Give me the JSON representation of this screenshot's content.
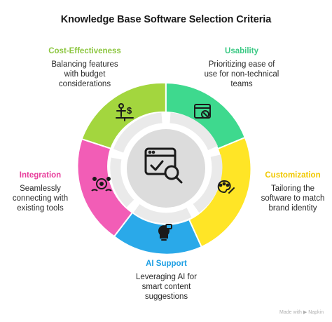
{
  "title": "Knowledge Base Software Selection Criteria",
  "center_icon": "browser-search-icon",
  "segments": [
    {
      "id": "cost",
      "heading": "Cost-Effectiveness",
      "description": "Balancing features with budget considerations",
      "color": "#a3d63e",
      "icon": "balance-scale-icon"
    },
    {
      "id": "usability",
      "heading": "Usability",
      "description": "Prioritizing ease of use for non-technical teams",
      "color": "#3ed98e",
      "icon": "browser-pointer-icon"
    },
    {
      "id": "customization",
      "heading": "Customization",
      "description": "Tailoring the software to match brand identity",
      "color": "#ffe526",
      "icon": "paint-palette-icon"
    },
    {
      "id": "ai",
      "heading": "AI Support",
      "description": "Leveraging AI for smart content suggestions",
      "color": "#2aa9e9",
      "icon": "robot-bulb-icon"
    },
    {
      "id": "integration",
      "heading": "Integration",
      "description": "Seamlessly connecting with existing tools",
      "color": "#f25db6",
      "icon": "gear-people-icon"
    }
  ],
  "footer": "Made with ▶ Napkin"
}
